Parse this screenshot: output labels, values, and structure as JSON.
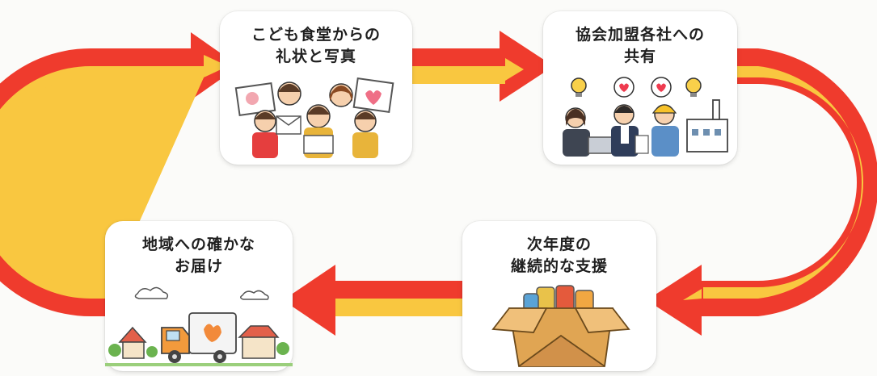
{
  "colors": {
    "arrow_outer": "#ef3b2d",
    "arrow_inner": "#f9c740",
    "card_bg": "#ffffff",
    "text": "#1f1f1f"
  },
  "cycle": {
    "direction": "clockwise",
    "steps": [
      {
        "id": "thanks",
        "title": "こども食堂からの\n礼状と写真",
        "icon": "children-with-letters-illustration"
      },
      {
        "id": "share",
        "title": "協会加盟各社への\n共有",
        "icon": "office-workers-factory-illustration"
      },
      {
        "id": "support",
        "title": "次年度の\n継続的な支援",
        "icon": "food-box-canned-goods-illustration"
      },
      {
        "id": "delivery",
        "title": "地域への確かな\nお届け",
        "icon": "delivery-truck-illustration"
      }
    ]
  }
}
